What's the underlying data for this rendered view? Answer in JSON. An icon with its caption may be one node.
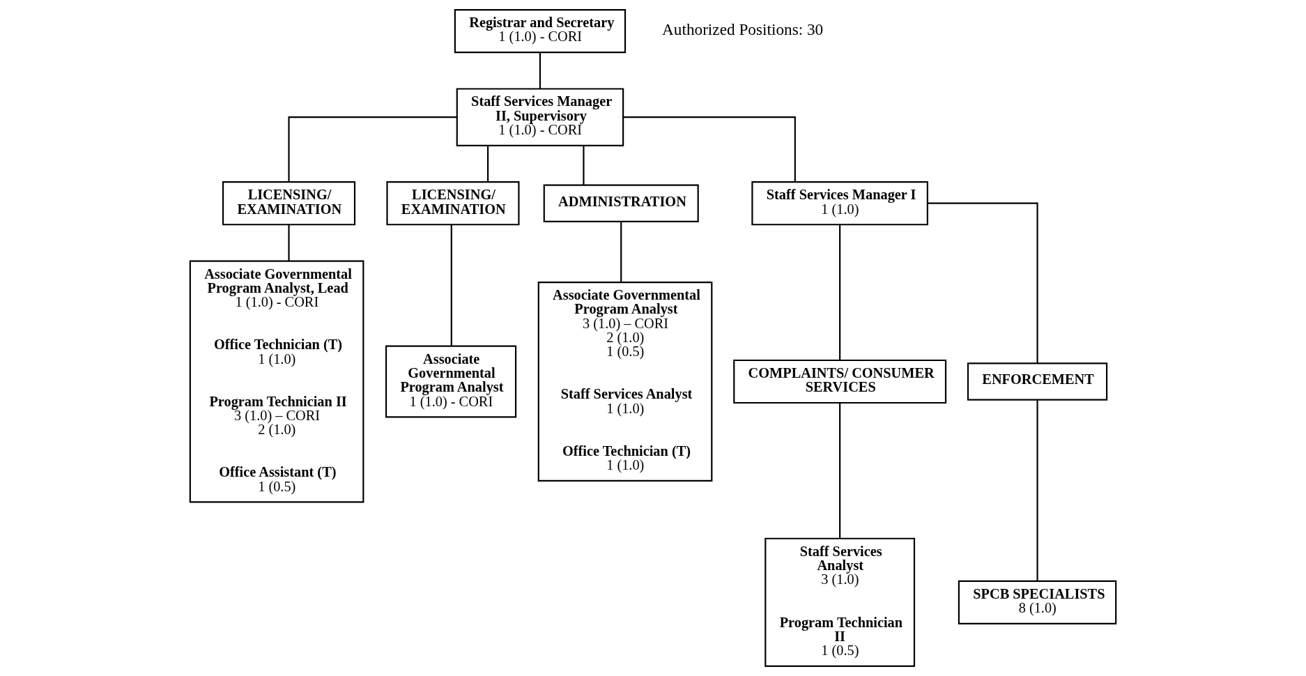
{
  "diagram": {
    "nodes": [
      {
        "text": [
          "Registrar and Secretary",
          "1 (1.0) - CORI"
        ]
      },
      {
        "text": [
          "Staff Services Manager II, Supervisory",
          "1 (1.0) - CORI"
        ]
      },
      {
        "text": [
          "LICENSING/ EXAMINATION"
        ]
      },
      {
        "text": [
          "Associate Governmental Program Analyst, Lead",
          "1 (1.0) - CORI",
          "Office Technician (T)",
          "1 (1.0)",
          "Program Technician II",
          "3 (1.0) – CORI",
          "2 (1.0)",
          "Office Assistant (T)",
          "1 (0.5)"
        ]
      },
      {
        "text": [
          "LICENSING/ EXAMINATION"
        ]
      },
      {
        "text": [
          "Associate Governmental Program Analyst",
          "1 (1.0) - CORI"
        ]
      },
      {
        "text": [
          "ADMINISTRATION"
        ]
      },
      {
        "text": [
          "Associate Governmental Program Analyst",
          "3 (1.0) – CORI",
          "2 (1.0)",
          "1 (0.5)",
          "Staff Services Analyst",
          "1 (1.0)",
          "Office Technician (T)",
          "1 (1.0)"
        ]
      },
      {
        "text": [
          "Staff Services Manager I",
          "1 (1.0)"
        ]
      },
      {
        "text": [
          "COMPLAINTS/ CONSUMER SERVICES"
        ]
      },
      {
        "text": [
          "Staff Services Analyst",
          "3 (1.0)",
          "Program Technician II",
          "1 (0.5)"
        ]
      },
      {
        "text": [
          "ENFORCEMENT"
        ]
      },
      {
        "text": [
          "SPCB SPECIALISTS",
          "8 (1.0)"
        ]
      }
    ],
    "edges": [
      {
        "from": 0,
        "to": 1,
        "arrow": "none"
      },
      {
        "from": 1,
        "to": 2,
        "arrow": "none"
      },
      {
        "from": 1,
        "to": 4,
        "arrow": "none"
      },
      {
        "from": 1,
        "to": 6,
        "arrow": "none"
      },
      {
        "from": 1,
        "to": 8,
        "arrow": "none"
      },
      {
        "from": 2,
        "to": 3,
        "arrow": "none"
      },
      {
        "from": 4,
        "to": 5,
        "arrow": "none"
      },
      {
        "from": 6,
        "to": 7,
        "arrow": "none"
      },
      {
        "from": 8,
        "to": 9,
        "arrow": "none"
      },
      {
        "from": 8,
        "to": 11,
        "arrow": "none"
      },
      {
        "from": 9,
        "to": 10,
        "arrow": "none"
      },
      {
        "from": 11,
        "to": 12,
        "arrow": "none"
      }
    ],
    "labels": [
      "Authorized Positions: 30"
    ]
  }
}
